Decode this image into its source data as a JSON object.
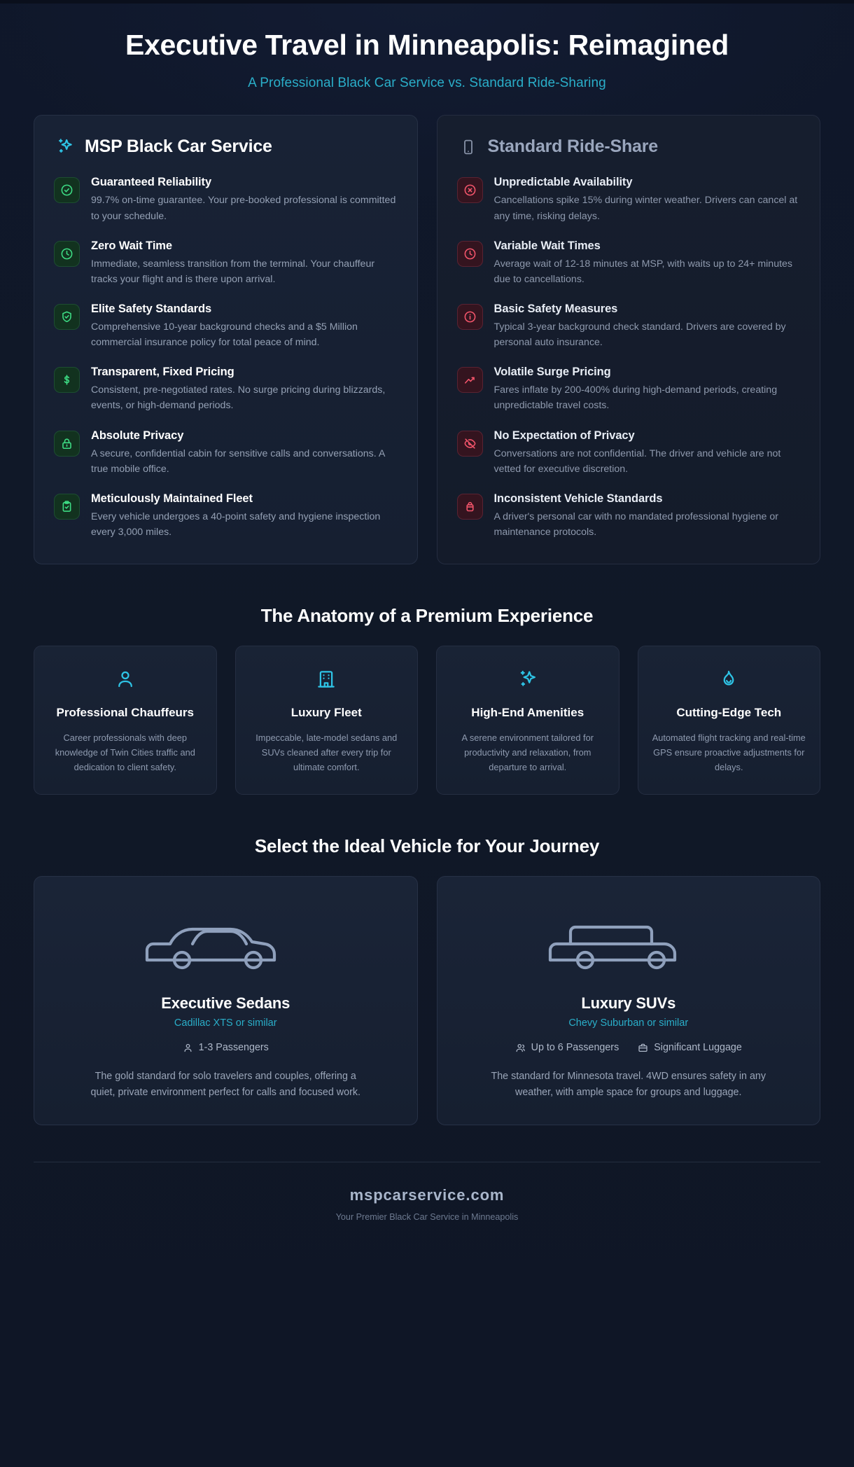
{
  "hero": {
    "title": "Executive Travel in Minneapolis: Reimagined",
    "subtitle": "A Professional Black Car Service vs. Standard Ride-Sharing"
  },
  "comparison": {
    "left": {
      "icon": "sparkles-icon",
      "title": "MSP Black Car Service",
      "items": [
        {
          "icon": "check-circle-icon",
          "title": "Guaranteed Reliability",
          "desc": "99.7% on-time guarantee. Your pre-booked professional is committed to your schedule."
        },
        {
          "icon": "clock-icon",
          "title": "Zero Wait Time",
          "desc": "Immediate, seamless transition from the terminal. Your chauffeur tracks your flight and is there upon arrival."
        },
        {
          "icon": "shield-check-icon",
          "title": "Elite Safety Standards",
          "desc": "Comprehensive 10-year background checks and a $5 Million commercial insurance policy for total peace of mind."
        },
        {
          "icon": "dollar-icon",
          "title": "Transparent, Fixed Pricing",
          "desc": "Consistent, pre-negotiated rates. No surge pricing during blizzards, events, or high-demand periods."
        },
        {
          "icon": "lock-icon",
          "title": "Absolute Privacy",
          "desc": "A secure, confidential cabin for sensitive calls and conversations. A true mobile office."
        },
        {
          "icon": "clipboard-check-icon",
          "title": "Meticulously Maintained Fleet",
          "desc": "Every vehicle undergoes a 40-point safety and hygiene inspection every 3,000 miles."
        }
      ]
    },
    "right": {
      "icon": "smartphone-icon",
      "title": "Standard Ride-Share",
      "items": [
        {
          "icon": "x-circle-icon",
          "title": "Unpredictable Availability",
          "desc": "Cancellations spike 15% during winter weather. Drivers can cancel at any time, risking delays."
        },
        {
          "icon": "clock-icon",
          "title": "Variable Wait Times",
          "desc": "Average wait of 12-18 minutes at MSP, with waits up to 24+ minutes due to cancellations."
        },
        {
          "icon": "info-circle-icon",
          "title": "Basic Safety Measures",
          "desc": "Typical 3-year background check standard. Drivers are covered by personal auto insurance."
        },
        {
          "icon": "trending-up-icon",
          "title": "Volatile Surge Pricing",
          "desc": "Fares inflate by 200-400% during high-demand periods, creating unpredictable travel costs."
        },
        {
          "icon": "eye-off-icon",
          "title": "No Expectation of Privacy",
          "desc": "Conversations are not confidential. The driver and vehicle are not vetted for executive discretion."
        },
        {
          "icon": "car-seat-icon",
          "title": "Inconsistent Vehicle Standards",
          "desc": "A driver's personal car with no mandated professional hygiene or maintenance protocols."
        }
      ]
    }
  },
  "anatomy": {
    "title": "The Anatomy of a Premium Experience",
    "cards": [
      {
        "icon": "user-icon",
        "title": "Professional Chauffeurs",
        "desc": "Career professionals with deep knowledge of Twin Cities traffic and dedication to client safety."
      },
      {
        "icon": "building-icon",
        "title": "Luxury Fleet",
        "desc": "Impeccable, late-model sedans and SUVs cleaned after every trip for ultimate comfort."
      },
      {
        "icon": "sparkles-icon",
        "title": "High-End Amenities",
        "desc": "A serene environment tailored for productivity and relaxation, from departure to arrival."
      },
      {
        "icon": "flame-icon",
        "title": "Cutting-Edge Tech",
        "desc": "Automated flight tracking and real-time GPS ensure proactive adjustments for delays."
      }
    ]
  },
  "vehicles": {
    "title": "Select the Ideal Vehicle for Your Journey",
    "cards": [
      {
        "art": "sedan-silhouette",
        "name": "Executive Sedans",
        "model": "Cadillac XTS or similar",
        "badges": [
          {
            "icon": "user-icon",
            "label": "1-3 Passengers"
          }
        ],
        "desc": "The gold standard for solo travelers and couples, offering a quiet, private environment perfect for calls and focused work."
      },
      {
        "art": "suv-silhouette",
        "name": "Luxury SUVs",
        "model": "Chevy Suburban or similar",
        "badges": [
          {
            "icon": "users-icon",
            "label": "Up to 6 Passengers"
          },
          {
            "icon": "briefcase-icon",
            "label": "Significant Luggage"
          }
        ],
        "desc": "The standard for Minnesota travel. 4WD ensures safety in any weather, with ample space for groups and luggage."
      }
    ]
  },
  "footer": {
    "domain": "mspcarservice.com",
    "tagline": "Your Premier Black Car Service in Minneapolis"
  },
  "colors": {
    "accent": "#2aaec9",
    "good": "#3ddc84",
    "bad": "#f4556b",
    "background": "#0f172a"
  }
}
